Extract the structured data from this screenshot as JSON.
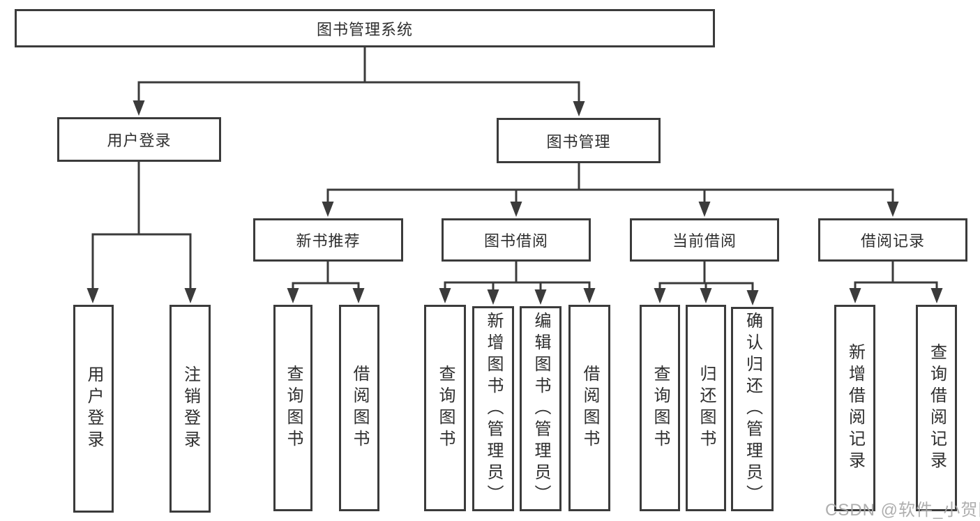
{
  "root": {
    "label": "图书管理系统"
  },
  "branches": {
    "user_login": {
      "label": "用户登录",
      "children": [
        {
          "label": "用户登录"
        },
        {
          "label": "注销登录"
        }
      ]
    },
    "book_mgmt": {
      "label": "图书管理",
      "groups": [
        {
          "label": "新书推荐",
          "children": [
            {
              "label": "查询图书"
            },
            {
              "label": "借阅图书"
            }
          ]
        },
        {
          "label": "图书借阅",
          "children": [
            {
              "label": "查询图书"
            },
            {
              "label": "新增图书（管理员）"
            },
            {
              "label": "编辑图书（管理员）"
            },
            {
              "label": "借阅图书"
            }
          ]
        },
        {
          "label": "当前借阅",
          "children": [
            {
              "label": "查询图书"
            },
            {
              "label": "归还图书"
            },
            {
              "label": "确认归还（管理员）"
            }
          ]
        },
        {
          "label": "借阅记录",
          "children": [
            {
              "label": "新增借阅记录"
            },
            {
              "label": "查询借阅记录"
            }
          ]
        }
      ]
    }
  },
  "watermark": {
    "text": "CSDN @软件_小贺同学"
  },
  "colors": {
    "line": "#3b3b3b",
    "text": "#2e2e2e",
    "watermark": "#a6a6a6",
    "background": "#ffffff"
  }
}
